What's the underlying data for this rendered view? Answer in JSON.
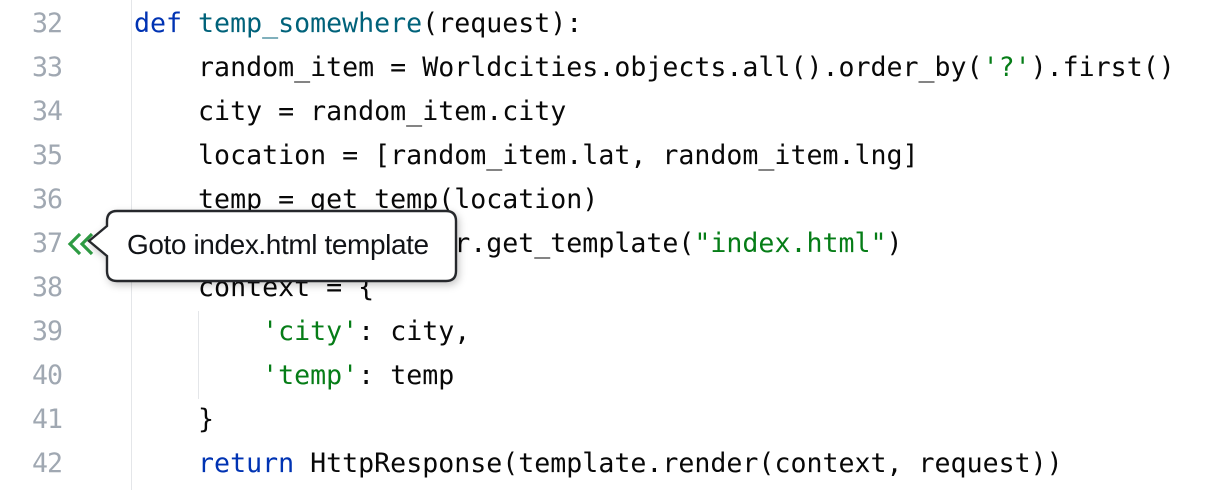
{
  "editor": {
    "background_color": "#ffffff",
    "gutter": {
      "separator_color": "#e4e6e9",
      "number_color": "#a0a8b2"
    },
    "indent_guide_color": "#e4e6e9",
    "token_colors": {
      "keyword": "#0033b3",
      "function": "#00627a",
      "string": "#067d17",
      "plain": "#080808"
    },
    "gutter_icon": {
      "name": "goto-template-chevrons",
      "color": "#2e9b43",
      "line": "37"
    },
    "lines": [
      {
        "number": "32",
        "segments": [
          {
            "t": "def ",
            "c": "keyword"
          },
          {
            "t": "temp_somewhere",
            "c": "function"
          },
          {
            "t": "(request):",
            "c": "plain"
          }
        ]
      },
      {
        "number": "33",
        "segments": [
          {
            "t": "    random_item = Worldcities.objects.all().order_by(",
            "c": "plain"
          },
          {
            "t": "'?'",
            "c": "string"
          },
          {
            "t": ").first()",
            "c": "plain"
          }
        ]
      },
      {
        "number": "34",
        "segments": [
          {
            "t": "    city = random_item.city",
            "c": "plain"
          }
        ]
      },
      {
        "number": "35",
        "segments": [
          {
            "t": "    location = [random_item.lat, random_item.lng]",
            "c": "plain"
          }
        ]
      },
      {
        "number": "36",
        "segments": [
          {
            "t": "    temp = get_temp(location)",
            "c": "plain"
          }
        ]
      },
      {
        "number": "37",
        "segments": [
          {
            "t": "    template = loader.get_template(",
            "c": "plain"
          },
          {
            "t": "\"index.html\"",
            "c": "string"
          },
          {
            "t": ")",
            "c": "plain"
          }
        ]
      },
      {
        "number": "38",
        "segments": [
          {
            "t": "    context = {",
            "c": "plain"
          }
        ]
      },
      {
        "number": "39",
        "segments": [
          {
            "t": "        ",
            "c": "plain"
          },
          {
            "t": "'city'",
            "c": "string"
          },
          {
            "t": ": city,",
            "c": "plain"
          }
        ]
      },
      {
        "number": "40",
        "segments": [
          {
            "t": "        ",
            "c": "plain"
          },
          {
            "t": "'temp'",
            "c": "string"
          },
          {
            "t": ": temp",
            "c": "plain"
          }
        ]
      },
      {
        "number": "41",
        "segments": [
          {
            "t": "    }",
            "c": "plain"
          }
        ]
      },
      {
        "number": "42",
        "segments": [
          {
            "t": "    ",
            "c": "plain"
          },
          {
            "t": "return ",
            "c": "keyword"
          },
          {
            "t": "HttpResponse(template.render(context, request))",
            "c": "plain"
          }
        ]
      }
    ]
  },
  "tooltip": {
    "text": "Goto index.html template",
    "background_color": "#ffffff",
    "border_color": "#26282c"
  }
}
